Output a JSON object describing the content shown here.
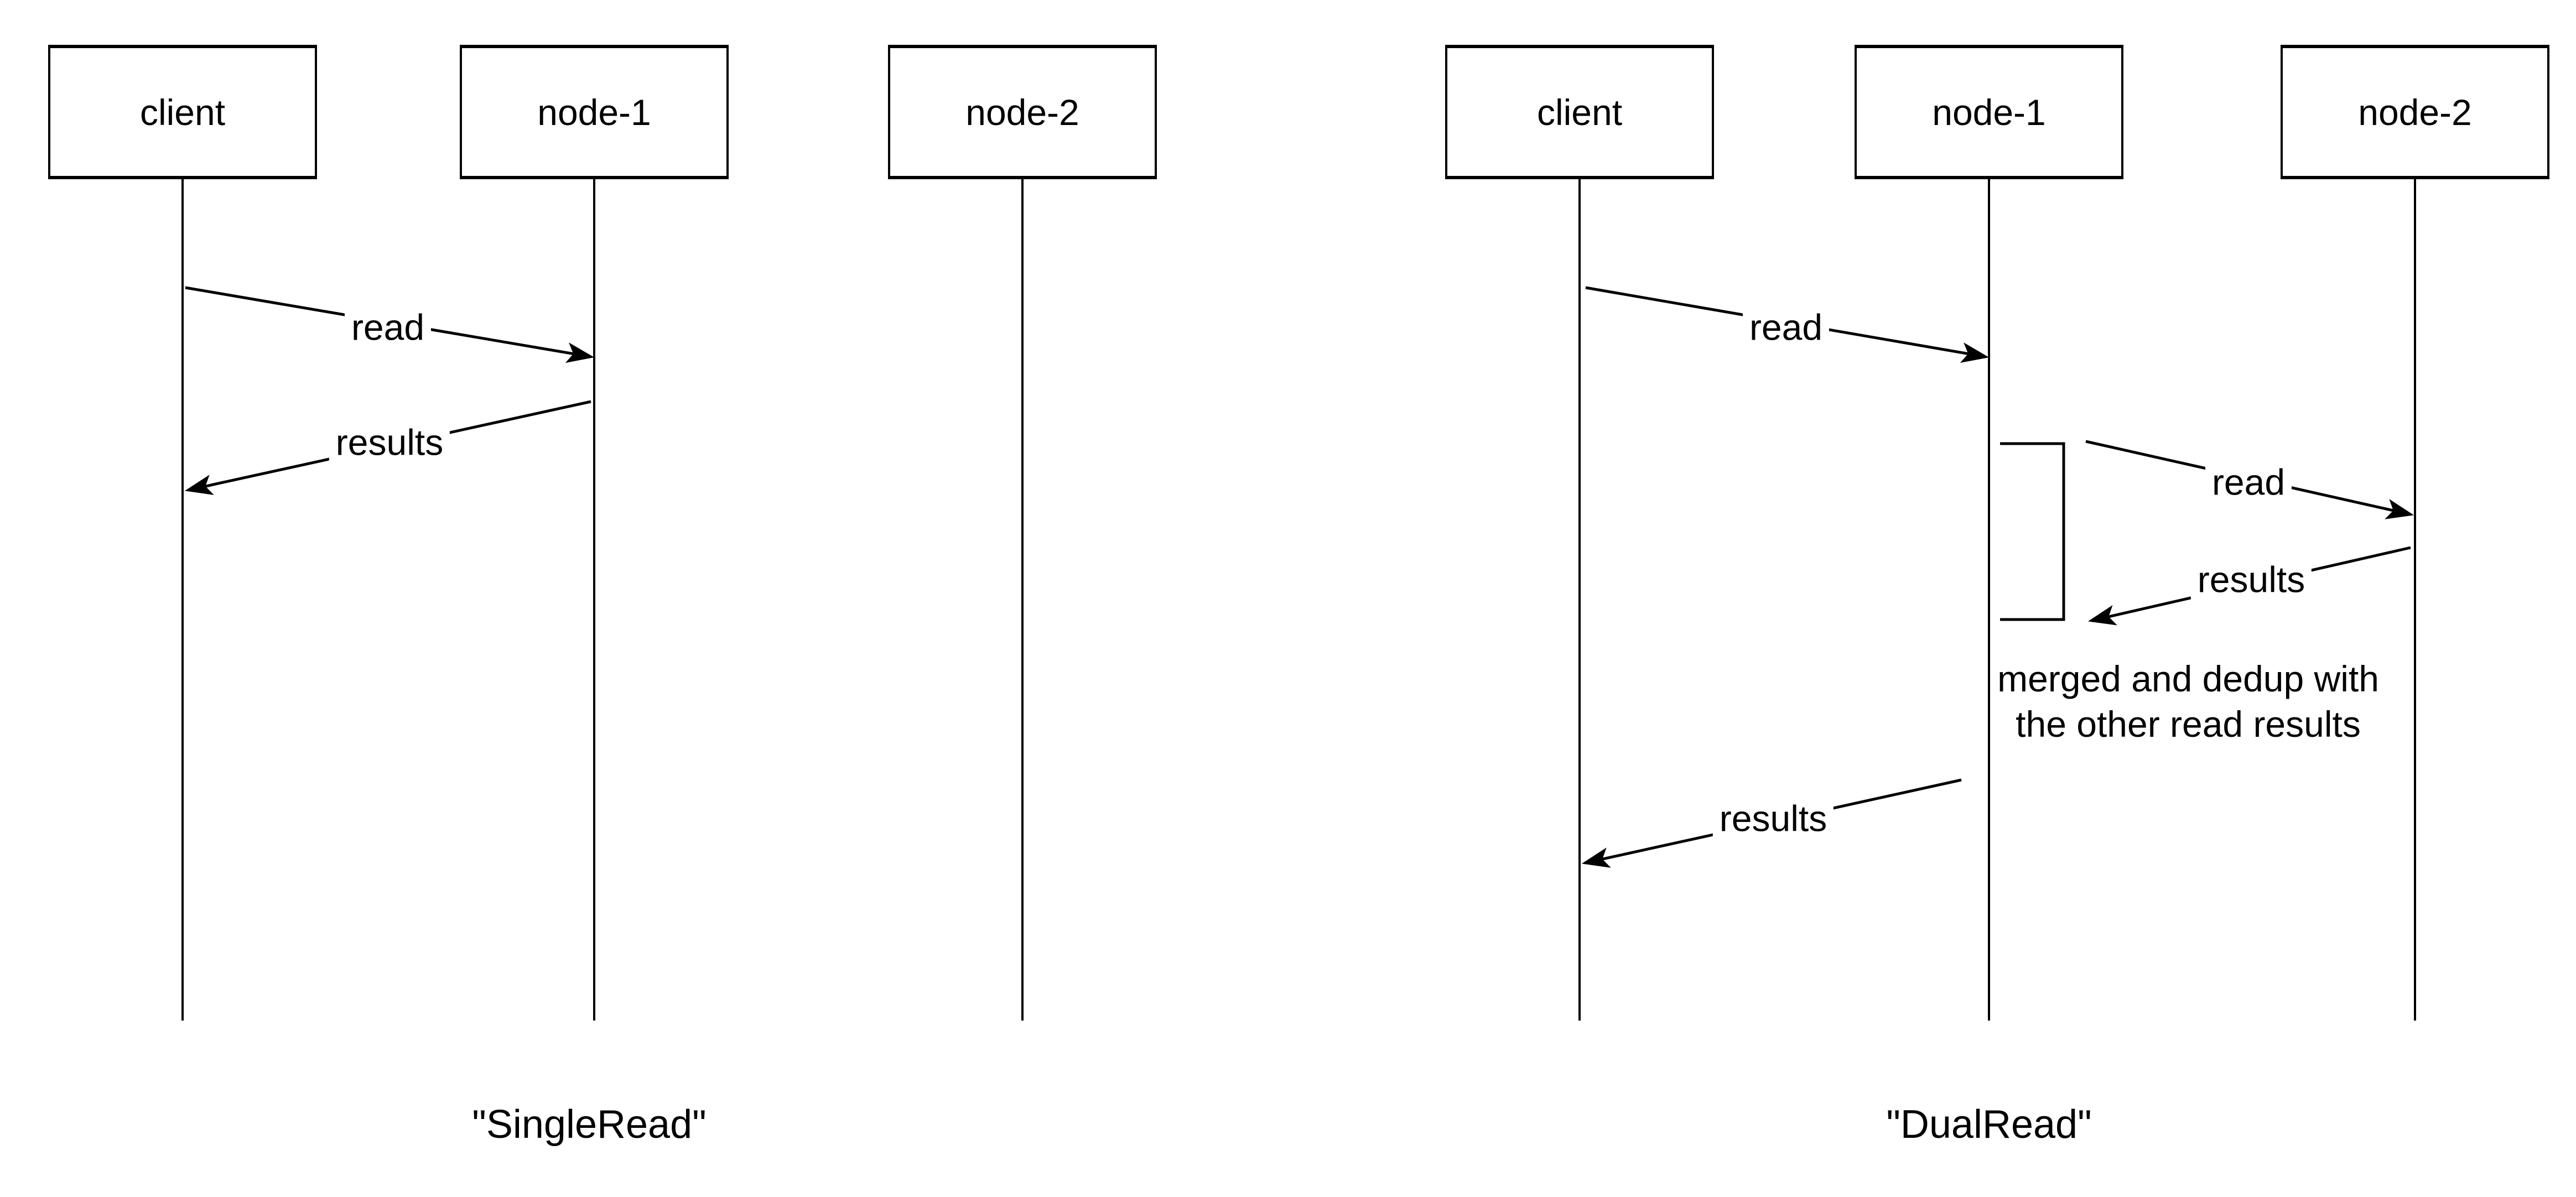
{
  "colors": {
    "ink": "#000000",
    "paper": "#ffffff"
  },
  "left_diagram": {
    "caption": "\"SingleRead\"",
    "actors": [
      {
        "label": "client"
      },
      {
        "label": "node-1"
      },
      {
        "label": "node-2"
      }
    ],
    "messages": [
      {
        "label": "read",
        "from": "client",
        "to": "node-1"
      },
      {
        "label": "results",
        "from": "node-1",
        "to": "client"
      }
    ]
  },
  "right_diagram": {
    "caption": "\"DualRead\"",
    "actors": [
      {
        "label": "client"
      },
      {
        "label": "node-1"
      },
      {
        "label": "node-2"
      }
    ],
    "messages": [
      {
        "label": "read",
        "from": "client",
        "to": "node-1"
      },
      {
        "label": "read",
        "from": "node-1",
        "to": "node-2"
      },
      {
        "label": "results",
        "from": "node-2",
        "to": "node-1"
      },
      {
        "label": "results",
        "from": "node-1",
        "to": "client"
      }
    ],
    "annotation": {
      "lines": [
        "merged and dedup with",
        "the other read results"
      ]
    }
  }
}
